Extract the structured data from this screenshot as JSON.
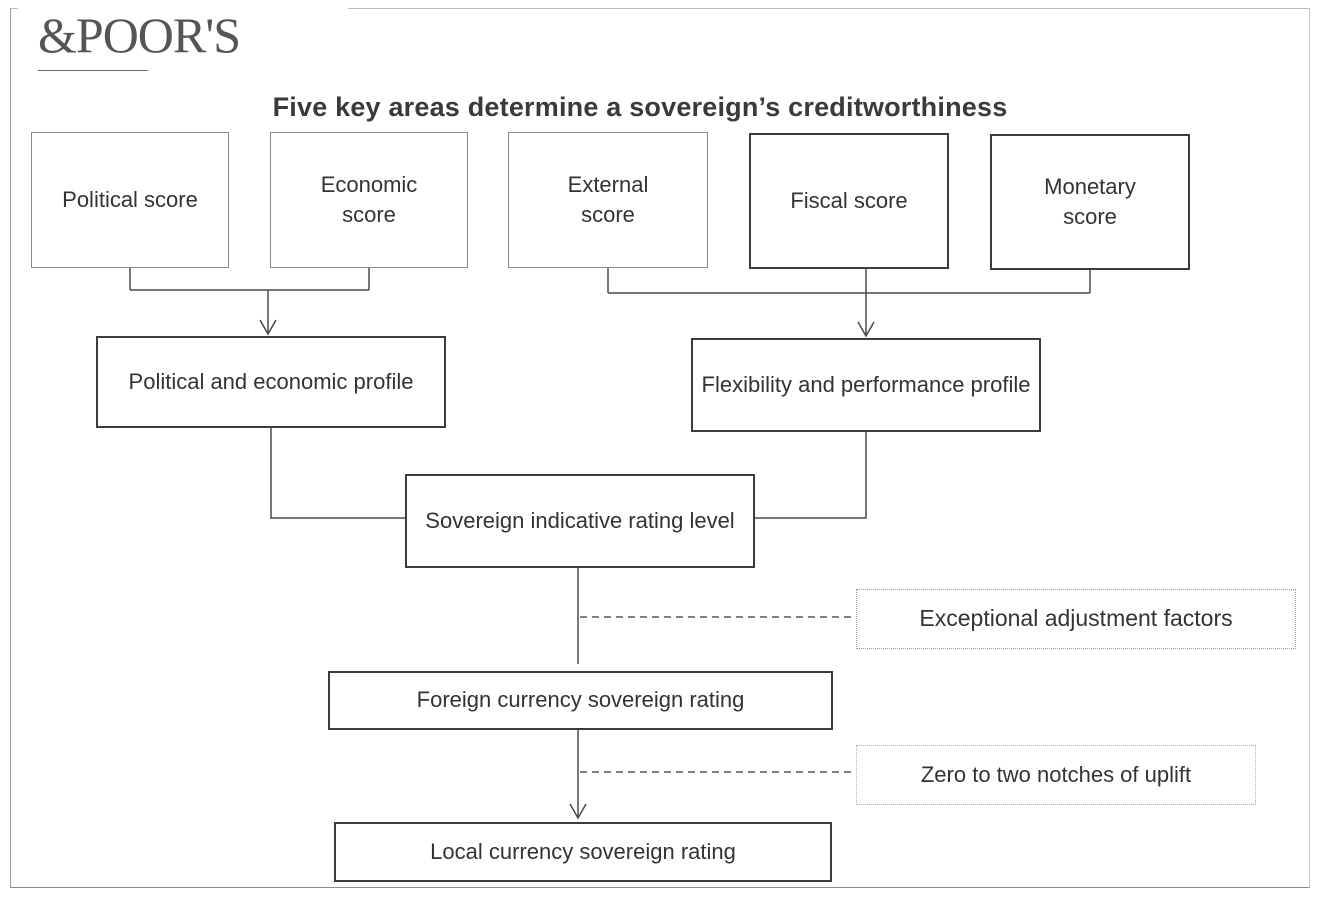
{
  "header": {
    "logo_text": "&POOR'S",
    "title": "Five key areas determine a sovereign’s creditworthiness"
  },
  "scores": {
    "political": "Political score",
    "economic": "Economic score",
    "external": "External score",
    "fiscal": "Fiscal score",
    "monetary": "Monetary score"
  },
  "profiles": {
    "political_economic": "Political and economic profile",
    "flexibility_performance": "Flexibility and performance profile"
  },
  "ratings": {
    "indicative": "Sovereign indicative rating level",
    "foreign_currency": "Foreign currency sovereign rating",
    "local_currency": "Local currency sovereign rating"
  },
  "adjustments": {
    "exceptional": "Exceptional adjustment factors",
    "uplift": "Zero to two notches of uplift"
  }
}
